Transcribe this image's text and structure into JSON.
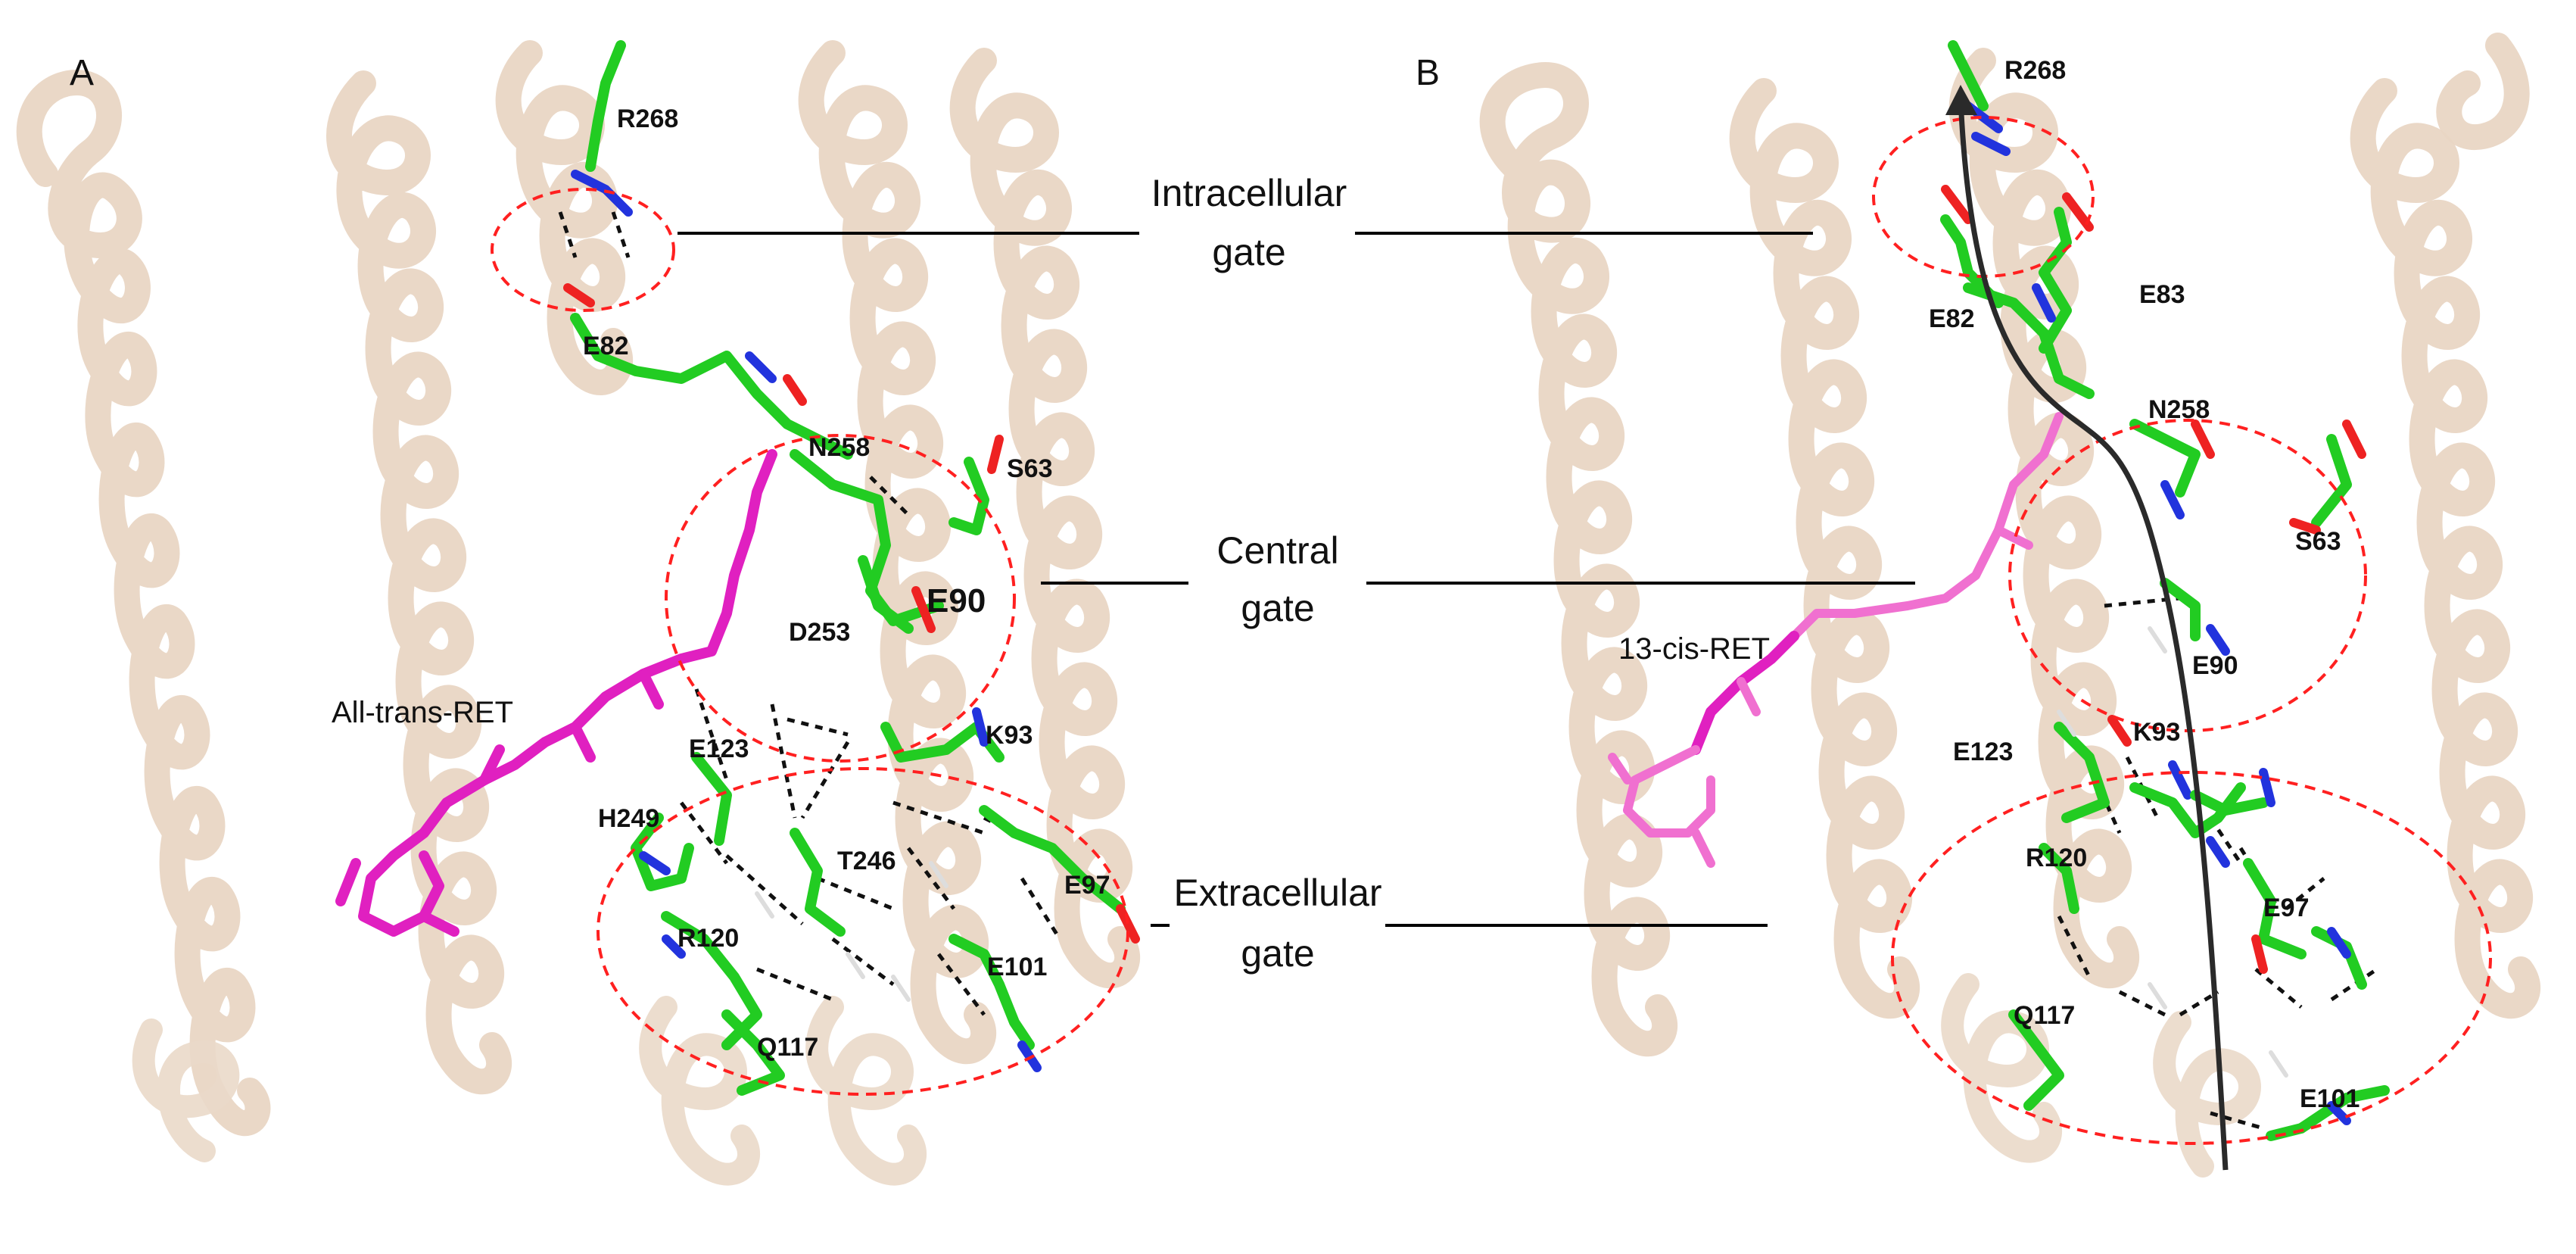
{
  "panels": {
    "a": {
      "letter": "A",
      "ligand": "All-trans-RET",
      "residues": [
        "R268",
        "E82",
        "N258",
        "S63",
        "E90",
        "D253",
        "K93",
        "E123",
        "H249",
        "T246",
        "E97",
        "R120",
        "E101",
        "Q117"
      ]
    },
    "b": {
      "letter": "B",
      "ligand": "13-cis-RET",
      "residues": [
        "R268",
        "E83",
        "E82",
        "N258",
        "S63",
        "E90",
        "K93",
        "E123",
        "R120",
        "E97",
        "Q117",
        "E101"
      ]
    }
  },
  "gates": {
    "intracellular": [
      "Intracellular",
      "gate"
    ],
    "central": [
      "Central",
      "gate"
    ],
    "extracellular": [
      "Extracellular",
      "gate"
    ]
  },
  "colors": {
    "helix": "#e9d6c4",
    "carbon_sticks": "#22cc22",
    "retinal_all_trans": "#e020c0",
    "retinal_13_cis": "#f070d0",
    "oxygen": "#ee2222",
    "nitrogen": "#2233dd",
    "gate_ellipse": "#ff2020",
    "hbond": "#111111"
  }
}
